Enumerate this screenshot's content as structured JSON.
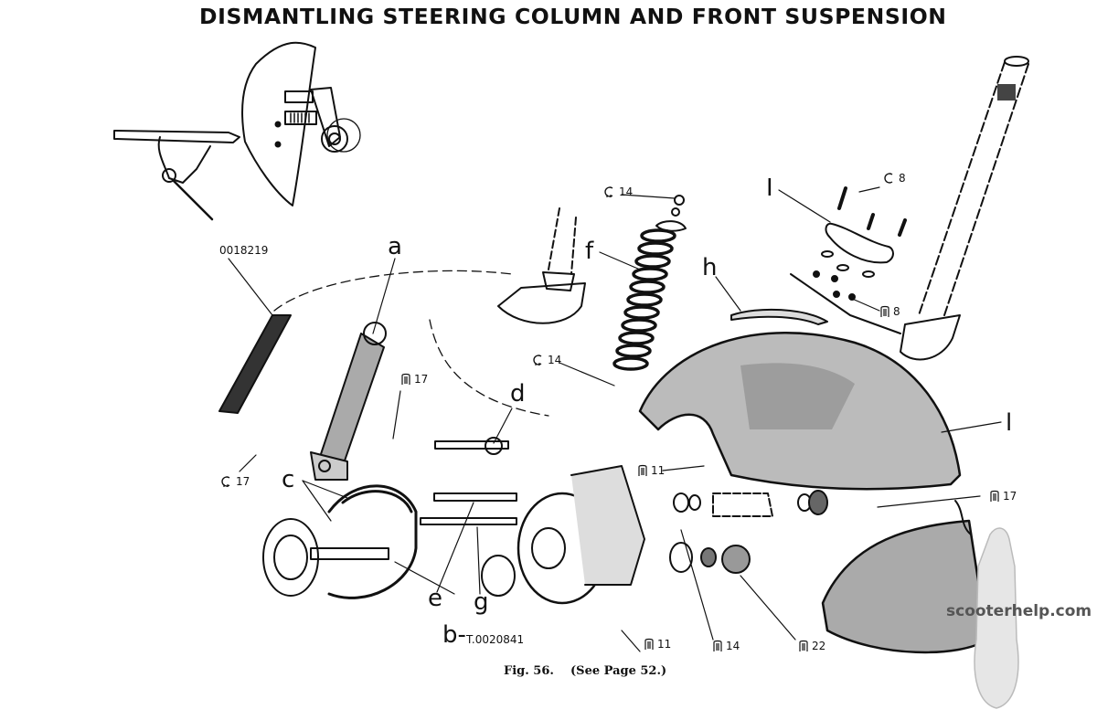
{
  "figure": {
    "title": "DISMANTLING STEERING COLUMN AND FRONT SUSPENSION",
    "caption": "Fig. 56.    (See Page 52.)",
    "watermark": "scooterhelp.com"
  },
  "part_letters": [
    {
      "id": "a",
      "text": "a"
    },
    {
      "id": "b",
      "text": "b-"
    },
    {
      "id": "c",
      "text": "c"
    },
    {
      "id": "d",
      "text": "d"
    },
    {
      "id": "e",
      "text": "e"
    },
    {
      "id": "f",
      "text": "f"
    },
    {
      "id": "g",
      "text": "g"
    },
    {
      "id": "h",
      "text": "h"
    },
    {
      "id": "i",
      "text": "I"
    },
    {
      "id": "l",
      "text": "l"
    }
  ],
  "part_numbers": {
    "arm_tool": "0018219",
    "brake_tool": "T.0020841"
  },
  "tool_sizes": [
    {
      "id": "ring-14-top",
      "type": "c-spanner",
      "size": "14"
    },
    {
      "id": "ring-8-top",
      "type": "c-spanner",
      "size": "8"
    },
    {
      "id": "socket-8-mid",
      "type": "socket",
      "size": "8"
    },
    {
      "id": "ring-14-mid",
      "type": "c-spanner",
      "size": "14"
    },
    {
      "id": "socket-17-mid",
      "type": "socket",
      "size": "17"
    },
    {
      "id": "ring-17-left",
      "type": "c-spanner",
      "size": "17"
    },
    {
      "id": "socket-11-mid",
      "type": "socket",
      "size": "11"
    },
    {
      "id": "socket-17-right",
      "type": "socket",
      "size": "17"
    },
    {
      "id": "socket-11-bottom",
      "type": "socket",
      "size": "11"
    },
    {
      "id": "socket-14-bottom",
      "type": "socket",
      "size": "14"
    },
    {
      "id": "socket-22-bottom",
      "type": "socket",
      "size": "22"
    }
  ],
  "colors": {
    "ink": "#111111",
    "paper": "#ffffff",
    "watermark": "#555555"
  }
}
